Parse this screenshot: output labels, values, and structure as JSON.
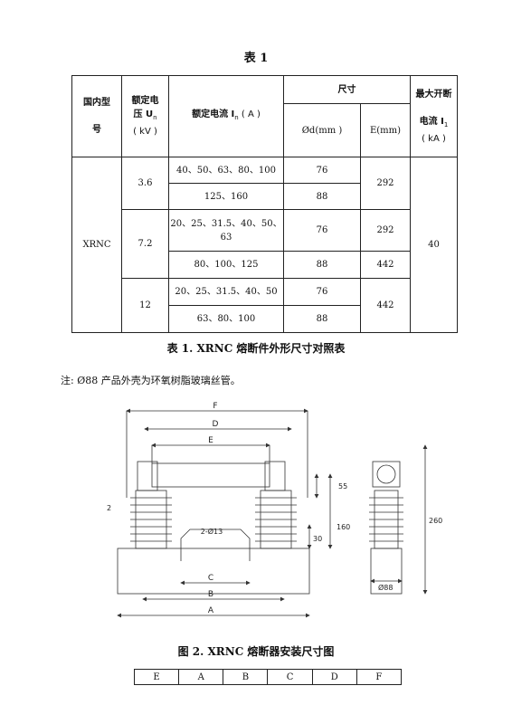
{
  "table1": {
    "title": "表 1",
    "headers": {
      "model_l1": "国内型",
      "model_l2": "号",
      "voltage_l1": "额定电",
      "voltage_l2": "压 U",
      "voltage_sub": "n",
      "voltage_l3": "( kV )",
      "current_main": "额定电流 I",
      "current_sub": "n",
      "current_unit": " ( A )",
      "size": "尺寸",
      "diameter": "Ød(mm )",
      "length": "E(mm)",
      "breaking_l1": "最大开断",
      "breaking_l2": "电流 I",
      "breaking_sub": "1",
      "breaking_l3": "( kA )"
    },
    "model": "XRNC",
    "breaking": "40",
    "rows": [
      {
        "voltage": "3.6",
        "current": "40、50、63、80、100",
        "diameter": "76",
        "length": "292"
      },
      {
        "current": "125、160",
        "diameter": "88"
      },
      {
        "voltage": "7.2",
        "current_l1": "20、25、31.5、40、50、",
        "current_l2": "63",
        "diameter": "76",
        "length": "292"
      },
      {
        "current": "80、100、125",
        "diameter": "88",
        "length": "442"
      },
      {
        "voltage": "12",
        "current": "20、25、31.5、40、50",
        "diameter": "76",
        "length": "442"
      },
      {
        "current": "63、80、100",
        "diameter": "88"
      }
    ]
  },
  "caption1": "表 1.   XRNC  熔断件外形尺寸对照表",
  "note": "注:   Ø88 产品外壳为环氧树脂玻璃丝管。",
  "drawing": {
    "dims": {
      "F": "F",
      "D": "D",
      "E": "E",
      "C": "C",
      "B": "B",
      "A": "A",
      "hole": "2-Ø13",
      "h55": "55",
      "h160": "160",
      "h30": "30",
      "h2": "2",
      "h260": "260",
      "dia88": "Ø88"
    }
  },
  "caption2": "图 2.   XRNC  熔断器安装尺寸图",
  "table2": [
    "E",
    "A",
    "B",
    "C",
    "D",
    "F"
  ]
}
